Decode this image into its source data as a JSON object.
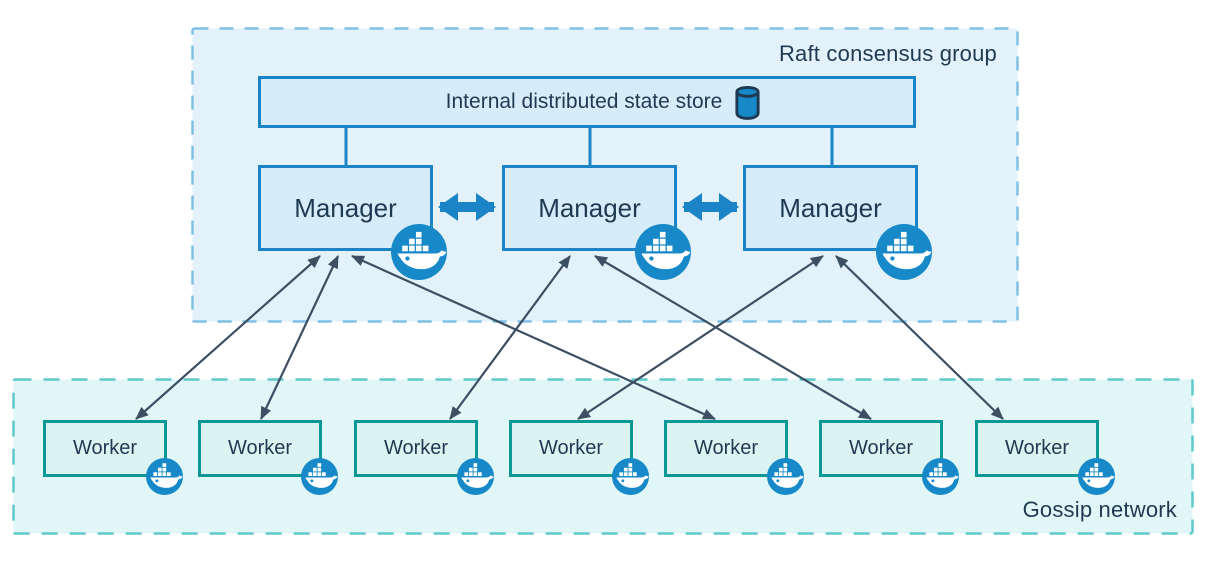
{
  "groups": {
    "raft": {
      "label": "Raft consensus group"
    },
    "gossip": {
      "label": "Gossip network"
    }
  },
  "state_store": {
    "label": "Internal distributed state store",
    "icon": "database-cylinder-icon"
  },
  "managers": [
    {
      "id": "manager-1",
      "label": "Manager",
      "icon": "docker-logo-icon"
    },
    {
      "id": "manager-2",
      "label": "Manager",
      "icon": "docker-logo-icon"
    },
    {
      "id": "manager-3",
      "label": "Manager",
      "icon": "docker-logo-icon"
    }
  ],
  "workers": [
    {
      "id": "worker-1",
      "label": "Worker",
      "icon": "docker-logo-icon"
    },
    {
      "id": "worker-2",
      "label": "Worker",
      "icon": "docker-logo-icon"
    },
    {
      "id": "worker-3",
      "label": "Worker",
      "icon": "docker-logo-icon"
    },
    {
      "id": "worker-4",
      "label": "Worker",
      "icon": "docker-logo-icon"
    },
    {
      "id": "worker-5",
      "label": "Worker",
      "icon": "docker-logo-icon"
    },
    {
      "id": "worker-6",
      "label": "Worker",
      "icon": "docker-logo-icon"
    },
    {
      "id": "worker-7",
      "label": "Worker",
      "icon": "docker-logo-icon"
    }
  ],
  "edges": {
    "state_store_to_managers": [
      "manager-1",
      "manager-2",
      "manager-3"
    ],
    "manager_peer_links": [
      [
        "manager-1",
        "manager-2"
      ],
      [
        "manager-2",
        "manager-3"
      ]
    ],
    "manager_worker_links": [
      [
        "manager-1",
        "worker-1"
      ],
      [
        "manager-1",
        "worker-2"
      ],
      [
        "manager-1",
        "worker-5"
      ],
      [
        "manager-2",
        "worker-3"
      ],
      [
        "manager-2",
        "worker-6"
      ],
      [
        "manager-3",
        "worker-4"
      ],
      [
        "manager-3",
        "worker-7"
      ]
    ]
  },
  "colors": {
    "strong_blue": "#1a84c6",
    "docker_badge_blue": "#1789c9",
    "raft_fill": "#e3f1fa",
    "raft_dash_border": "#7fc0e6",
    "node_blue_fill": "#d7ecf9",
    "gossip_fill": "#e1f7f7",
    "gossip_dash_border": "#5fc8c9",
    "worker_border_teal": "#0d9795",
    "worker_fill": "#dcf4f1",
    "text_navy": "#1e3a52",
    "thin_arrow": "#3c4f63"
  }
}
